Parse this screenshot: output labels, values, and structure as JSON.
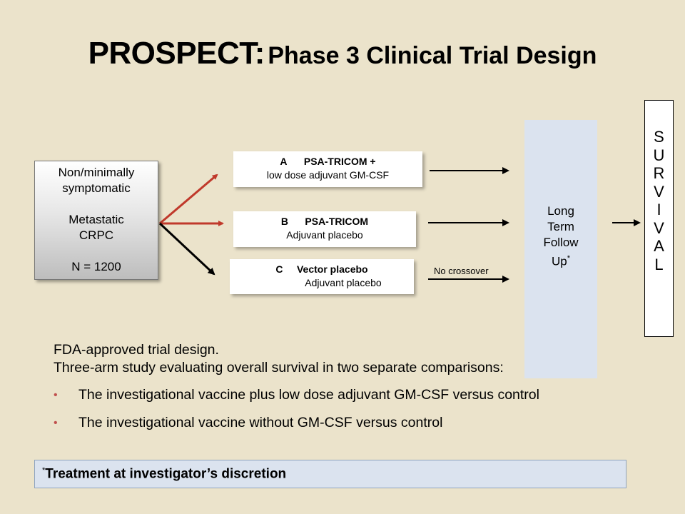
{
  "title": {
    "main": "PROSPECT:",
    "sub": "Phase 3 Clinical Trial Design"
  },
  "start_box": {
    "line1": "Non/minimally",
    "line2": "symptomatic",
    "line3": "Metastatic",
    "line4": "CRPC",
    "line5": "N = 1200"
  },
  "arms": [
    {
      "letter": "A",
      "name": "PSA-TRICOM +",
      "desc": "low dose adjuvant GM-CSF"
    },
    {
      "letter": "B",
      "name": "PSA-TRICOM",
      "desc": "Adjuvant placebo"
    },
    {
      "letter": "C",
      "name": "Vector placebo",
      "desc": "Adjuvant placebo"
    }
  ],
  "no_crossover": "No crossover",
  "follow_up": {
    "line1": "Long",
    "line2": "Term",
    "line3": "Follow",
    "line4": "Up",
    "mark": "*"
  },
  "survival_letters": [
    "S",
    "U",
    "R",
    "V",
    "I",
    "V",
    "A",
    "L"
  ],
  "notes": {
    "line1": "FDA-approved trial design.",
    "line2": "Three-arm study evaluating overall survival in two separate comparisons:"
  },
  "bullets": [
    "The investigational vaccine plus low dose adjuvant GM-CSF versus control",
    "The investigational vaccine without GM-CSF versus control"
  ],
  "bullet_glyph": "•",
  "footnote": {
    "mark": "*",
    "text": "Treatment at investigator’s discretion"
  },
  "colors": {
    "background": "#ebe3cb",
    "red_arrow": "#c0392b",
    "follow_up_panel": "#dbe3ef",
    "bullet": "#c0504d"
  }
}
